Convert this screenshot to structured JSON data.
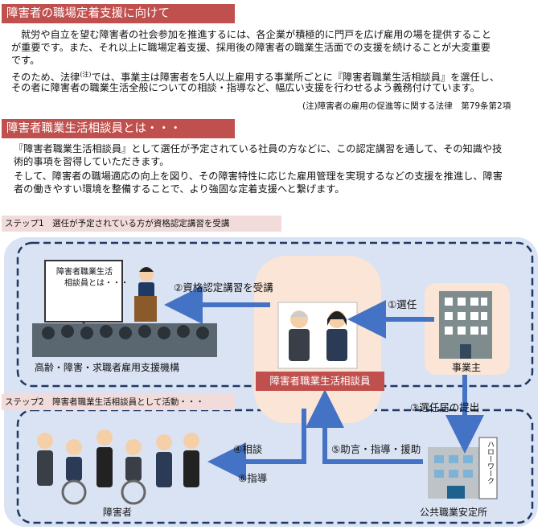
{
  "section1": {
    "heading": "障害者の職場定着支援に向けて",
    "lines": [
      "就労や自立を望む障害者の社会参加を推進するには、各企業が積極的に門戸を広げ雇用の場を提供すること",
      "が重要です。また、それ以上に職場定着支援、採用後の障害者の職業生活面での支援を続けることが大変重要",
      "です。"
    ],
    "line4_pre": "そのため、法律",
    "line4_sup": "(注)",
    "line4_post": "では、事業主は障害者を5人以上雇用する事業所ごとに『障害者職業生活相談員』を選任し、",
    "line5": "その者に障害者の職業生活全般についての相談・指導など、幅広い支援を行わせるよう義務付けています。",
    "note": "(注)障害者の雇用の促進等に関する法律　第79条第2項"
  },
  "section2": {
    "heading": "障害者職業生活相談員とは・・・",
    "lines": [
      "『障害者職業生活相談員』として選任が予定されている社員の方などに、この認定講習を通して、その知識や技",
      "術的事項を習得していただきます。",
      "そして、障害者の職場適応の向上を図り、その障害特性に応じた雇用管理を実現するなどの支援を推進し、障害",
      "者の働きやすい環境を整備することで、より強固な定着支援へと繋げます。"
    ]
  },
  "diagram": {
    "step1": "ステップ1　選任が予定されている方が資格認定講習を受講",
    "step2": "ステップ2　障害者職業生活相談員として活動・・・",
    "whiteboard_line1": "障害者職業生活",
    "whiteboard_line2": "相談員とは・・・",
    "org_label": "高齢・障害・求職者雇用支援機構",
    "center_label": "障害者職業生活相談員",
    "employer_label": "事業主",
    "disabled_label": "障害者",
    "hello_work_label": "公共職業安定所",
    "hello_work_sign": "ハローワーク",
    "arrow1": "①選任",
    "arrow2": "②資格認定講習を受講",
    "arrow3": "③選任届の提出",
    "arrow4": "④相談",
    "arrow5": "⑤助言・指導・援助",
    "arrow6": "⑥指導",
    "colors": {
      "header_red": "#c0504d",
      "step_pink": "#f2dcdb",
      "panel_blue": "#dae3f3",
      "dash_navy": "#1f3864",
      "center_peach": "#fbe5d6",
      "label_red": "#c0504d",
      "arrow_blue": "#4472c4"
    }
  }
}
